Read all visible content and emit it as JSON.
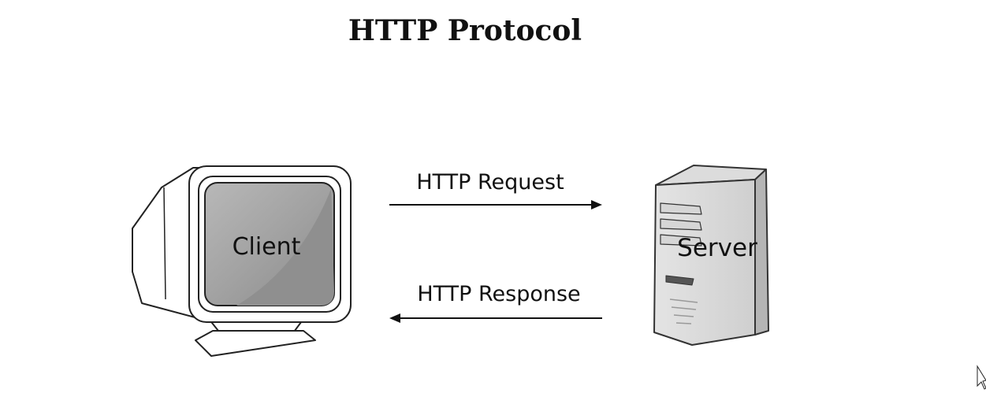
{
  "title": "HTTP Protocol",
  "client": {
    "label": "Client"
  },
  "server": {
    "label": "Server"
  },
  "request": {
    "label": "HTTP Request"
  },
  "response": {
    "label": "HTTP Response"
  }
}
